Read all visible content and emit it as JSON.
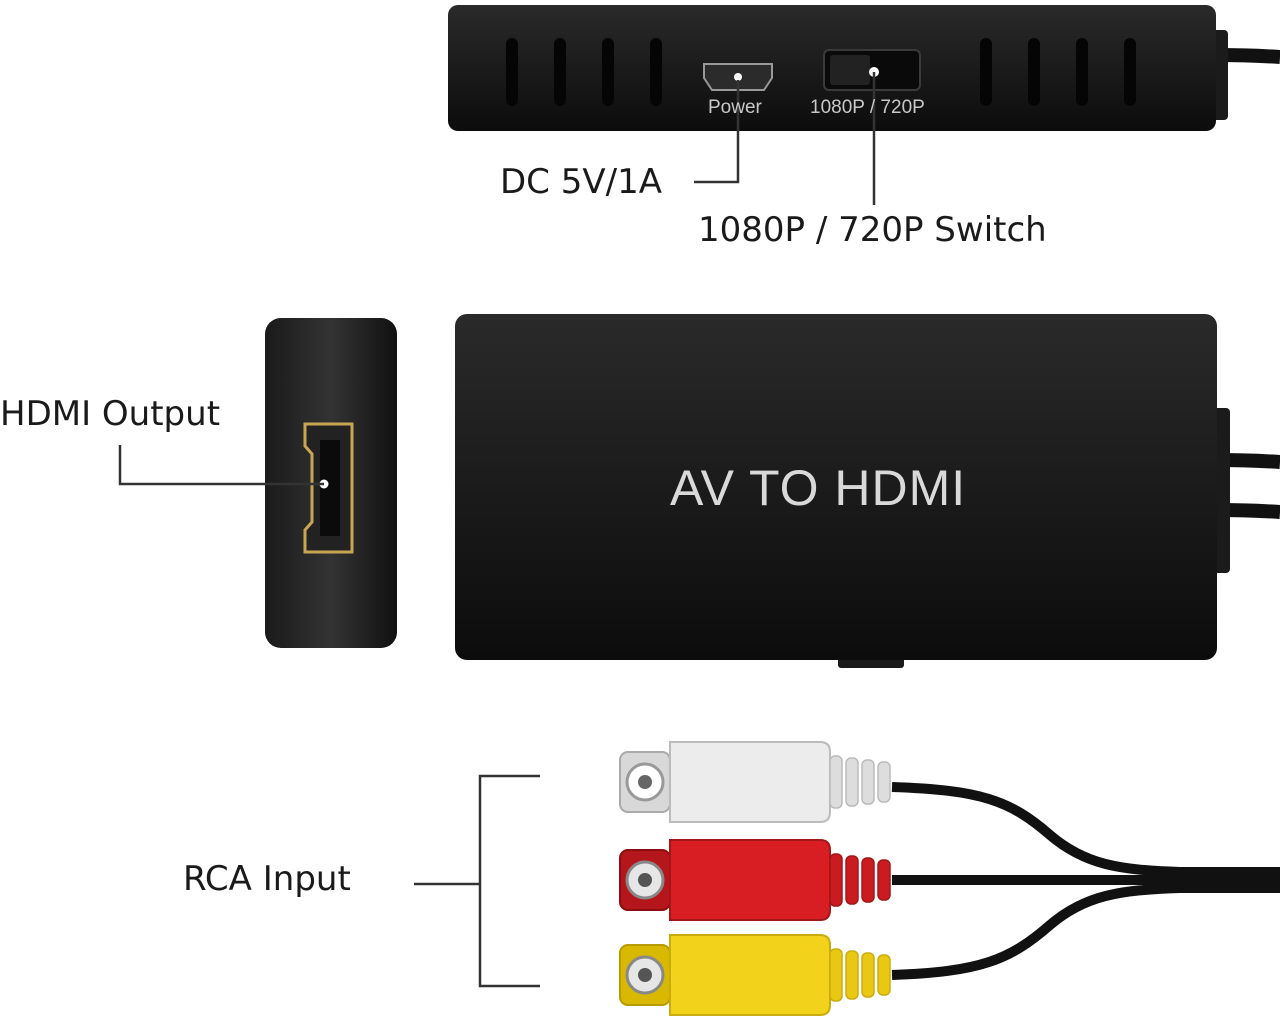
{
  "top_view": {
    "port_power_caption": "Power",
    "switch_caption": "1080P / 720P"
  },
  "callouts": {
    "dc_power": "DC 5V/1A",
    "resolution_switch": "1080P / 720P Switch",
    "hdmi_output": "HDMI Output",
    "rca_input": "RCA Input"
  },
  "device": {
    "brand_text": "AV TO HDMI"
  },
  "rca_plugs": [
    {
      "color_name": "white",
      "color": "#ececec"
    },
    {
      "color_name": "red",
      "color": "#d81e23"
    },
    {
      "color_name": "yellow",
      "color": "#f2d21a"
    }
  ],
  "colors": {
    "device_body": "#141414",
    "leader_line": "#333333",
    "hdmi_gold": "#c9a552"
  }
}
